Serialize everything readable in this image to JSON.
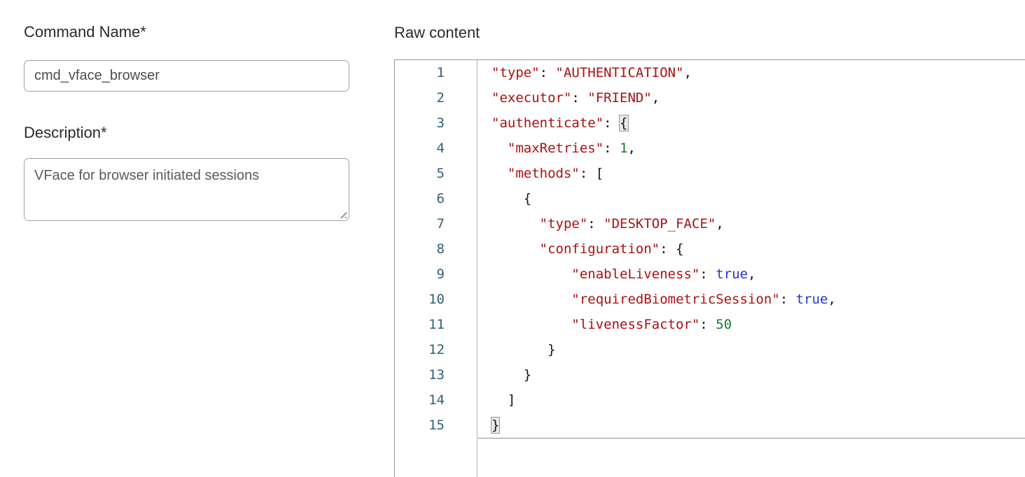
{
  "form": {
    "command_name": {
      "label": "Command Name*",
      "value": "cmd_vface_browser"
    },
    "description": {
      "label": "Description*",
      "value": "VFace for browser initiated sessions"
    }
  },
  "editor": {
    "label": "Raw content",
    "colors": {
      "string": "#aa1111",
      "atom": "#2433cd",
      "number": "#187a33",
      "line_number": "#2f6075",
      "bracket_bg": "#e8e8e8"
    },
    "lines": [
      {
        "number": 1,
        "tokens": [
          {
            "t": "str",
            "v": "\"type\""
          },
          {
            "t": "plain",
            "v": ": "
          },
          {
            "t": "str",
            "v": "\"AUTHENTICATION\""
          },
          {
            "t": "plain",
            "v": ","
          }
        ]
      },
      {
        "number": 2,
        "tokens": [
          {
            "t": "str",
            "v": "\"executor\""
          },
          {
            "t": "plain",
            "v": ": "
          },
          {
            "t": "str",
            "v": "\"FRIEND\""
          },
          {
            "t": "plain",
            "v": ","
          }
        ]
      },
      {
        "number": 3,
        "tokens": [
          {
            "t": "str",
            "v": "\"authenticate\""
          },
          {
            "t": "plain",
            "v": ": "
          },
          {
            "t": "bracket",
            "v": "{"
          }
        ]
      },
      {
        "number": 4,
        "tokens": [
          {
            "t": "plain",
            "v": "  "
          },
          {
            "t": "str",
            "v": "\"maxRetries\""
          },
          {
            "t": "plain",
            "v": ": "
          },
          {
            "t": "num",
            "v": "1"
          },
          {
            "t": "plain",
            "v": ","
          }
        ]
      },
      {
        "number": 5,
        "tokens": [
          {
            "t": "plain",
            "v": "  "
          },
          {
            "t": "str",
            "v": "\"methods\""
          },
          {
            "t": "plain",
            "v": ": ["
          }
        ]
      },
      {
        "number": 6,
        "tokens": [
          {
            "t": "plain",
            "v": "    {"
          }
        ]
      },
      {
        "number": 7,
        "tokens": [
          {
            "t": "plain",
            "v": "      "
          },
          {
            "t": "str",
            "v": "\"type\""
          },
          {
            "t": "plain",
            "v": ": "
          },
          {
            "t": "str",
            "v": "\"DESKTOP_FACE\""
          },
          {
            "t": "plain",
            "v": ","
          }
        ]
      },
      {
        "number": 8,
        "tokens": [
          {
            "t": "plain",
            "v": "      "
          },
          {
            "t": "str",
            "v": "\"configuration\""
          },
          {
            "t": "plain",
            "v": ": {"
          }
        ]
      },
      {
        "number": 9,
        "tokens": [
          {
            "t": "plain",
            "v": "          "
          },
          {
            "t": "str",
            "v": "\"enableLiveness\""
          },
          {
            "t": "plain",
            "v": ": "
          },
          {
            "t": "atom",
            "v": "true"
          },
          {
            "t": "plain",
            "v": ","
          }
        ]
      },
      {
        "number": 10,
        "tokens": [
          {
            "t": "plain",
            "v": "          "
          },
          {
            "t": "str",
            "v": "\"requiredBiometricSession\""
          },
          {
            "t": "plain",
            "v": ": "
          },
          {
            "t": "atom",
            "v": "true"
          },
          {
            "t": "plain",
            "v": ","
          }
        ]
      },
      {
        "number": 11,
        "tokens": [
          {
            "t": "plain",
            "v": "          "
          },
          {
            "t": "str",
            "v": "\"livenessFactor\""
          },
          {
            "t": "plain",
            "v": ": "
          },
          {
            "t": "num",
            "v": "50"
          }
        ]
      },
      {
        "number": 12,
        "tokens": [
          {
            "t": "plain",
            "v": "       }"
          }
        ]
      },
      {
        "number": 13,
        "tokens": [
          {
            "t": "plain",
            "v": "    }"
          }
        ]
      },
      {
        "number": 14,
        "tokens": [
          {
            "t": "plain",
            "v": "  ]"
          }
        ]
      },
      {
        "number": 15,
        "tokens": [
          {
            "t": "bracket",
            "v": "}"
          }
        ]
      }
    ]
  }
}
